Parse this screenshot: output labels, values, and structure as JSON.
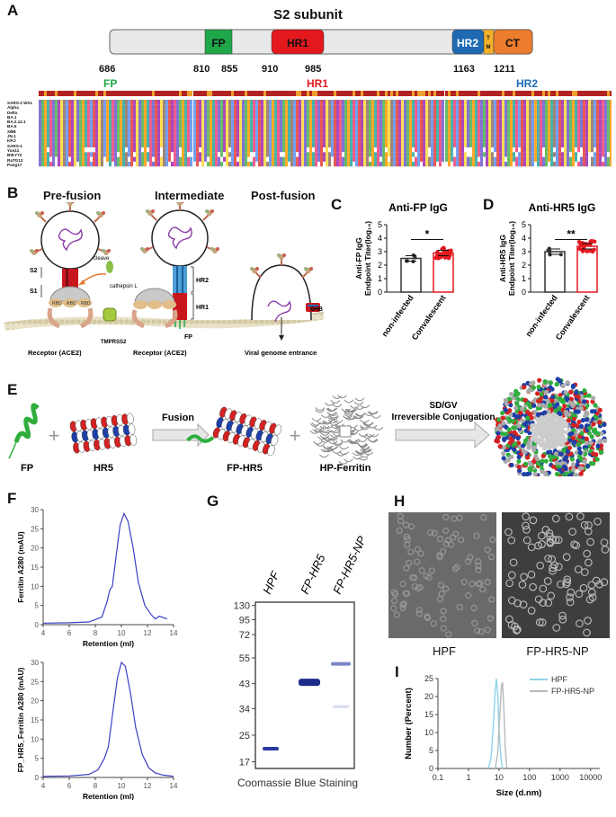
{
  "panels": {
    "A": "A",
    "B": "B",
    "C": "C",
    "D": "D",
    "E": "E",
    "F": "F",
    "G": "G",
    "H": "H",
    "I": "I"
  },
  "panelA": {
    "title": "S2 subunit",
    "domains": [
      {
        "label": "FP",
        "color": "#1fa84a"
      },
      {
        "label": "HR1",
        "color": "#e3191e"
      },
      {
        "label": "HR2",
        "color": "#1f6ab3"
      },
      {
        "label": "TM",
        "color": "#f3b12b"
      },
      {
        "label": "CT",
        "color": "#ec7c2e"
      }
    ],
    "positions": [
      "686",
      "810",
      "855",
      "910",
      "985",
      "1163",
      "1211"
    ],
    "region_labels": [
      {
        "label": "FP",
        "color": "#1fa84a"
      },
      {
        "label": "HR1",
        "color": "#e3191e"
      },
      {
        "label": "HR2",
        "color": "#1f6ab3"
      }
    ],
    "strains": [
      "SARS-2 WA1",
      "Alpha",
      "Delta",
      "BA.1",
      "BA.2.12.1",
      "BA.5",
      "XBB",
      "JN.1",
      "KP.2",
      "SARS-1",
      "Yun11",
      "BtKY72",
      "RaTG13",
      "Pang17"
    ]
  },
  "panelB": {
    "stages": [
      "Pre-fusion",
      "Intermediate",
      "Post-fusion"
    ],
    "labels": {
      "s2": "S2",
      "s1": "S1",
      "hr2": "HR2",
      "hr1": "HR1",
      "fp": "FP",
      "sixhb": "6HB",
      "cleave": "cleave",
      "cathepsin": "cathepsin L",
      "tmprss2": "TMPRSS2",
      "receptor1": "Receptor (ACE2)",
      "receptor2": "Receptor (ACE2)",
      "entrance": "Viral genome entrance",
      "rbd": "RBD"
    }
  },
  "panelC": {
    "title": "Anti-FP IgG",
    "ylabel_line1": "Anti-FP IgG",
    "ylabel_line2": "Endpoint Titer(log₁₀)",
    "significance": "*",
    "chart_data": {
      "type": "bar",
      "categories": [
        "non-infected",
        "Convalescent"
      ],
      "values": [
        2.5,
        2.9
      ],
      "ylim": [
        0,
        5
      ],
      "yticks": [
        "0",
        "1",
        "2",
        "3",
        "4",
        "5"
      ],
      "colors": [
        "#333333",
        "#e3191e"
      ]
    }
  },
  "panelD": {
    "title": "Anti-HR5 IgG",
    "ylabel_line1": "Anti-HR5 IgG",
    "ylabel_line2": "Endpoint Titer(log₁₀)",
    "significance": "**",
    "chart_data": {
      "type": "bar",
      "categories": [
        "non-infected",
        "Convalescent"
      ],
      "values": [
        3.0,
        3.4
      ],
      "ylim": [
        0,
        5
      ],
      "yticks": [
        "0",
        "1",
        "2",
        "3",
        "4",
        "5"
      ],
      "colors": [
        "#333333",
        "#e3191e"
      ]
    }
  },
  "panelE": {
    "fp": "FP",
    "hr5": "HR5",
    "fusion": "Fusion",
    "fphr5": "FP-HR5",
    "hpf": "HP-Ferritin",
    "conj_line1": "SD/GV",
    "conj_line2": "Irreversible Conjugation",
    "plus": "+"
  },
  "panelF": {
    "chart_data": [
      {
        "type": "line",
        "ylabel": "Ferritin A280 (mAU)",
        "xlabel": "Retention (ml)",
        "xlim": [
          4,
          14
        ],
        "ylim": [
          0,
          30
        ],
        "xticks": [
          "4",
          "6",
          "8",
          "10",
          "12",
          "14"
        ],
        "yticks": [
          "0",
          "5",
          "10",
          "15",
          "20",
          "25",
          "30"
        ],
        "x": [
          4,
          6,
          7.5,
          8.5,
          8.9,
          9.1,
          9.3,
          9.6,
          9.9,
          10.2,
          10.5,
          10.9,
          11.3,
          11.8,
          12.3,
          12.6,
          12.9,
          13.5
        ],
        "y": [
          0.4,
          0.5,
          0.7,
          2,
          6,
          9,
          10,
          18,
          26,
          29,
          27,
          20,
          11,
          5,
          2.5,
          1.5,
          2.2,
          1.5
        ],
        "color": "#3b3fc4"
      },
      {
        "type": "line",
        "ylabel": "FP_HR5_Ferritin A280 (mAU)",
        "xlabel": "Retention (ml)",
        "xlim": [
          4,
          14
        ],
        "ylim": [
          0,
          30
        ],
        "xticks": [
          "4",
          "6",
          "8",
          "10",
          "12",
          "14"
        ],
        "yticks": [
          "0",
          "5",
          "10",
          "15",
          "20",
          "25",
          "30"
        ],
        "x": [
          4,
          6,
          7.5,
          8.2,
          8.7,
          9.0,
          9.3,
          9.7,
          10.0,
          10.3,
          10.7,
          11.1,
          11.6,
          12.1,
          12.6,
          13.2,
          14
        ],
        "y": [
          0.3,
          0.4,
          0.8,
          2,
          5,
          8,
          16,
          26,
          30,
          29,
          22,
          13,
          6,
          2.5,
          1.2,
          0.6,
          0.3
        ],
        "color": "#3b3fc4"
      }
    ]
  },
  "panelG": {
    "lanes": [
      "HPF",
      "FP-HR5",
      "FP-HR5-NP"
    ],
    "markers": [
      "130",
      "95",
      "72",
      "55",
      "43",
      "34",
      "25",
      "17"
    ],
    "caption": "Coomassie Blue Staining"
  },
  "panelH": {
    "images": [
      "HPF",
      "FP-HR5-NP"
    ]
  },
  "panelI": {
    "chart_data": {
      "type": "line",
      "ylabel": "Number (Percent)",
      "xlabel": "Size (d.nm)",
      "xlog": true,
      "xlim": [
        0.1,
        20000
      ],
      "ylim": [
        0,
        25
      ],
      "xticks": [
        "0.1",
        "1",
        "10",
        "100",
        "1000",
        "10000"
      ],
      "yticks": [
        "0",
        "5",
        "10",
        "15",
        "20",
        "25"
      ],
      "series": [
        {
          "name": "HPF",
          "color": "#8fd3e8",
          "x": [
            4.5,
            5.5,
            6.5,
            7.5,
            8.2,
            9,
            10,
            11.5,
            13
          ],
          "y": [
            0,
            3,
            12,
            22,
            25,
            21,
            11,
            3,
            0
          ]
        },
        {
          "name": "FP-HR5-NP",
          "color": "#b8b8b8",
          "x": [
            7.5,
            9,
            10.5,
            12,
            13,
            14.5,
            16,
            18
          ],
          "y": [
            0,
            4,
            14,
            23,
            24,
            16,
            6,
            0
          ]
        }
      ]
    }
  }
}
